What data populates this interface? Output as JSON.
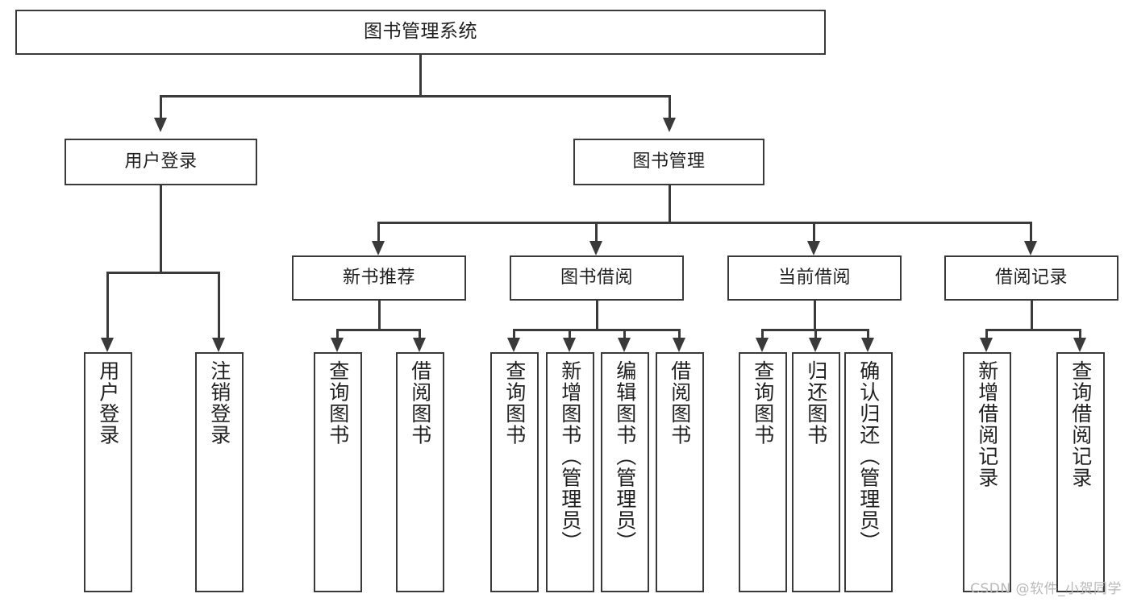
{
  "diagram": {
    "title": "图书管理系统",
    "type": "tree",
    "watermark": "CSDN @软件_小贺同学",
    "colors": {
      "border": "#3a3a3a",
      "background": "#ffffff",
      "text": "#1f1f1f",
      "watermark": "#b9b9b9"
    }
  },
  "nodes": {
    "root": {
      "label": "图书管理系统"
    },
    "level1": [
      {
        "label": "用户登录"
      },
      {
        "label": "图书管理"
      }
    ],
    "level2": [
      {
        "label": "新书推荐"
      },
      {
        "label": "图书借阅"
      },
      {
        "label": "当前借阅"
      },
      {
        "label": "借阅记录"
      }
    ],
    "leaves": {
      "user_login": [
        {
          "label": "用户登录"
        },
        {
          "label": "注销登录"
        }
      ],
      "new_book_recommend": [
        {
          "label": "查询图书"
        },
        {
          "label": "借阅图书"
        }
      ],
      "book_borrow": [
        {
          "label": "查询图书"
        },
        {
          "label": "新增图书（管理员）"
        },
        {
          "label": "编辑图书（管理员）"
        },
        {
          "label": "借阅图书"
        }
      ],
      "current_borrow": [
        {
          "label": "查询图书"
        },
        {
          "label": "归还图书"
        },
        {
          "label": "确认归还（管理员）"
        }
      ],
      "borrow_record": [
        {
          "label": "新增借阅记录"
        },
        {
          "label": "查询借阅记录"
        }
      ]
    }
  }
}
